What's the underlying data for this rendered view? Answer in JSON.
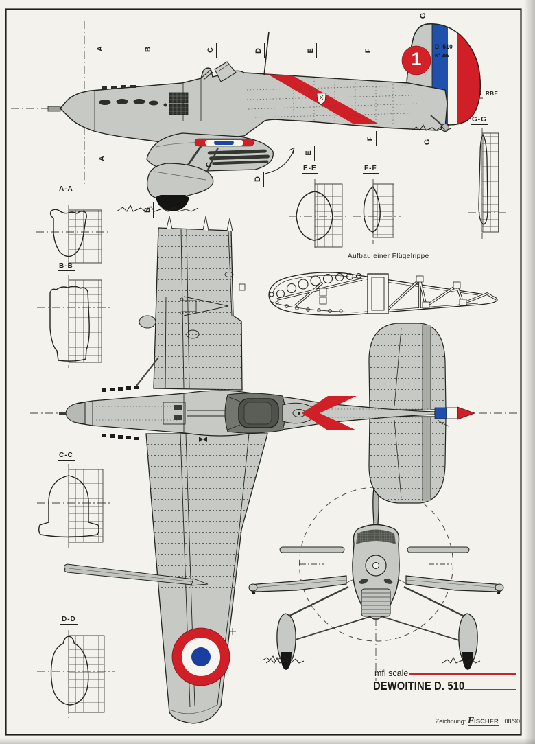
{
  "title_block": {
    "scale_label": "mfi scale",
    "title": "DEWOITINE D. 510",
    "credit_prefix": "Zeichnung:",
    "credit_initial": "F",
    "credit_name_rest": "ISCHER",
    "credit_date": "08/90"
  },
  "markings": {
    "tail_type": "D. 510",
    "tail_serial": "N° 289",
    "tail_number": "1",
    "ref_label": "RBE"
  },
  "captions": {
    "rib": "Aufbau einer Flügelrippe"
  },
  "stations_top": [
    "A",
    "B",
    "C",
    "D",
    "E",
    "F",
    "G"
  ],
  "stations_bottom": [
    "A",
    "B",
    "C",
    "D",
    "E",
    "F",
    "G"
  ],
  "sections": [
    "A-A",
    "B-B",
    "C-C",
    "D-D",
    "E-E",
    "F-F",
    "G-G"
  ],
  "colors": {
    "french_blue": "#2050ae",
    "marking_red": "#cf2127",
    "airframe_gray": "#c7cac4",
    "paper": "#f3f2ec"
  }
}
